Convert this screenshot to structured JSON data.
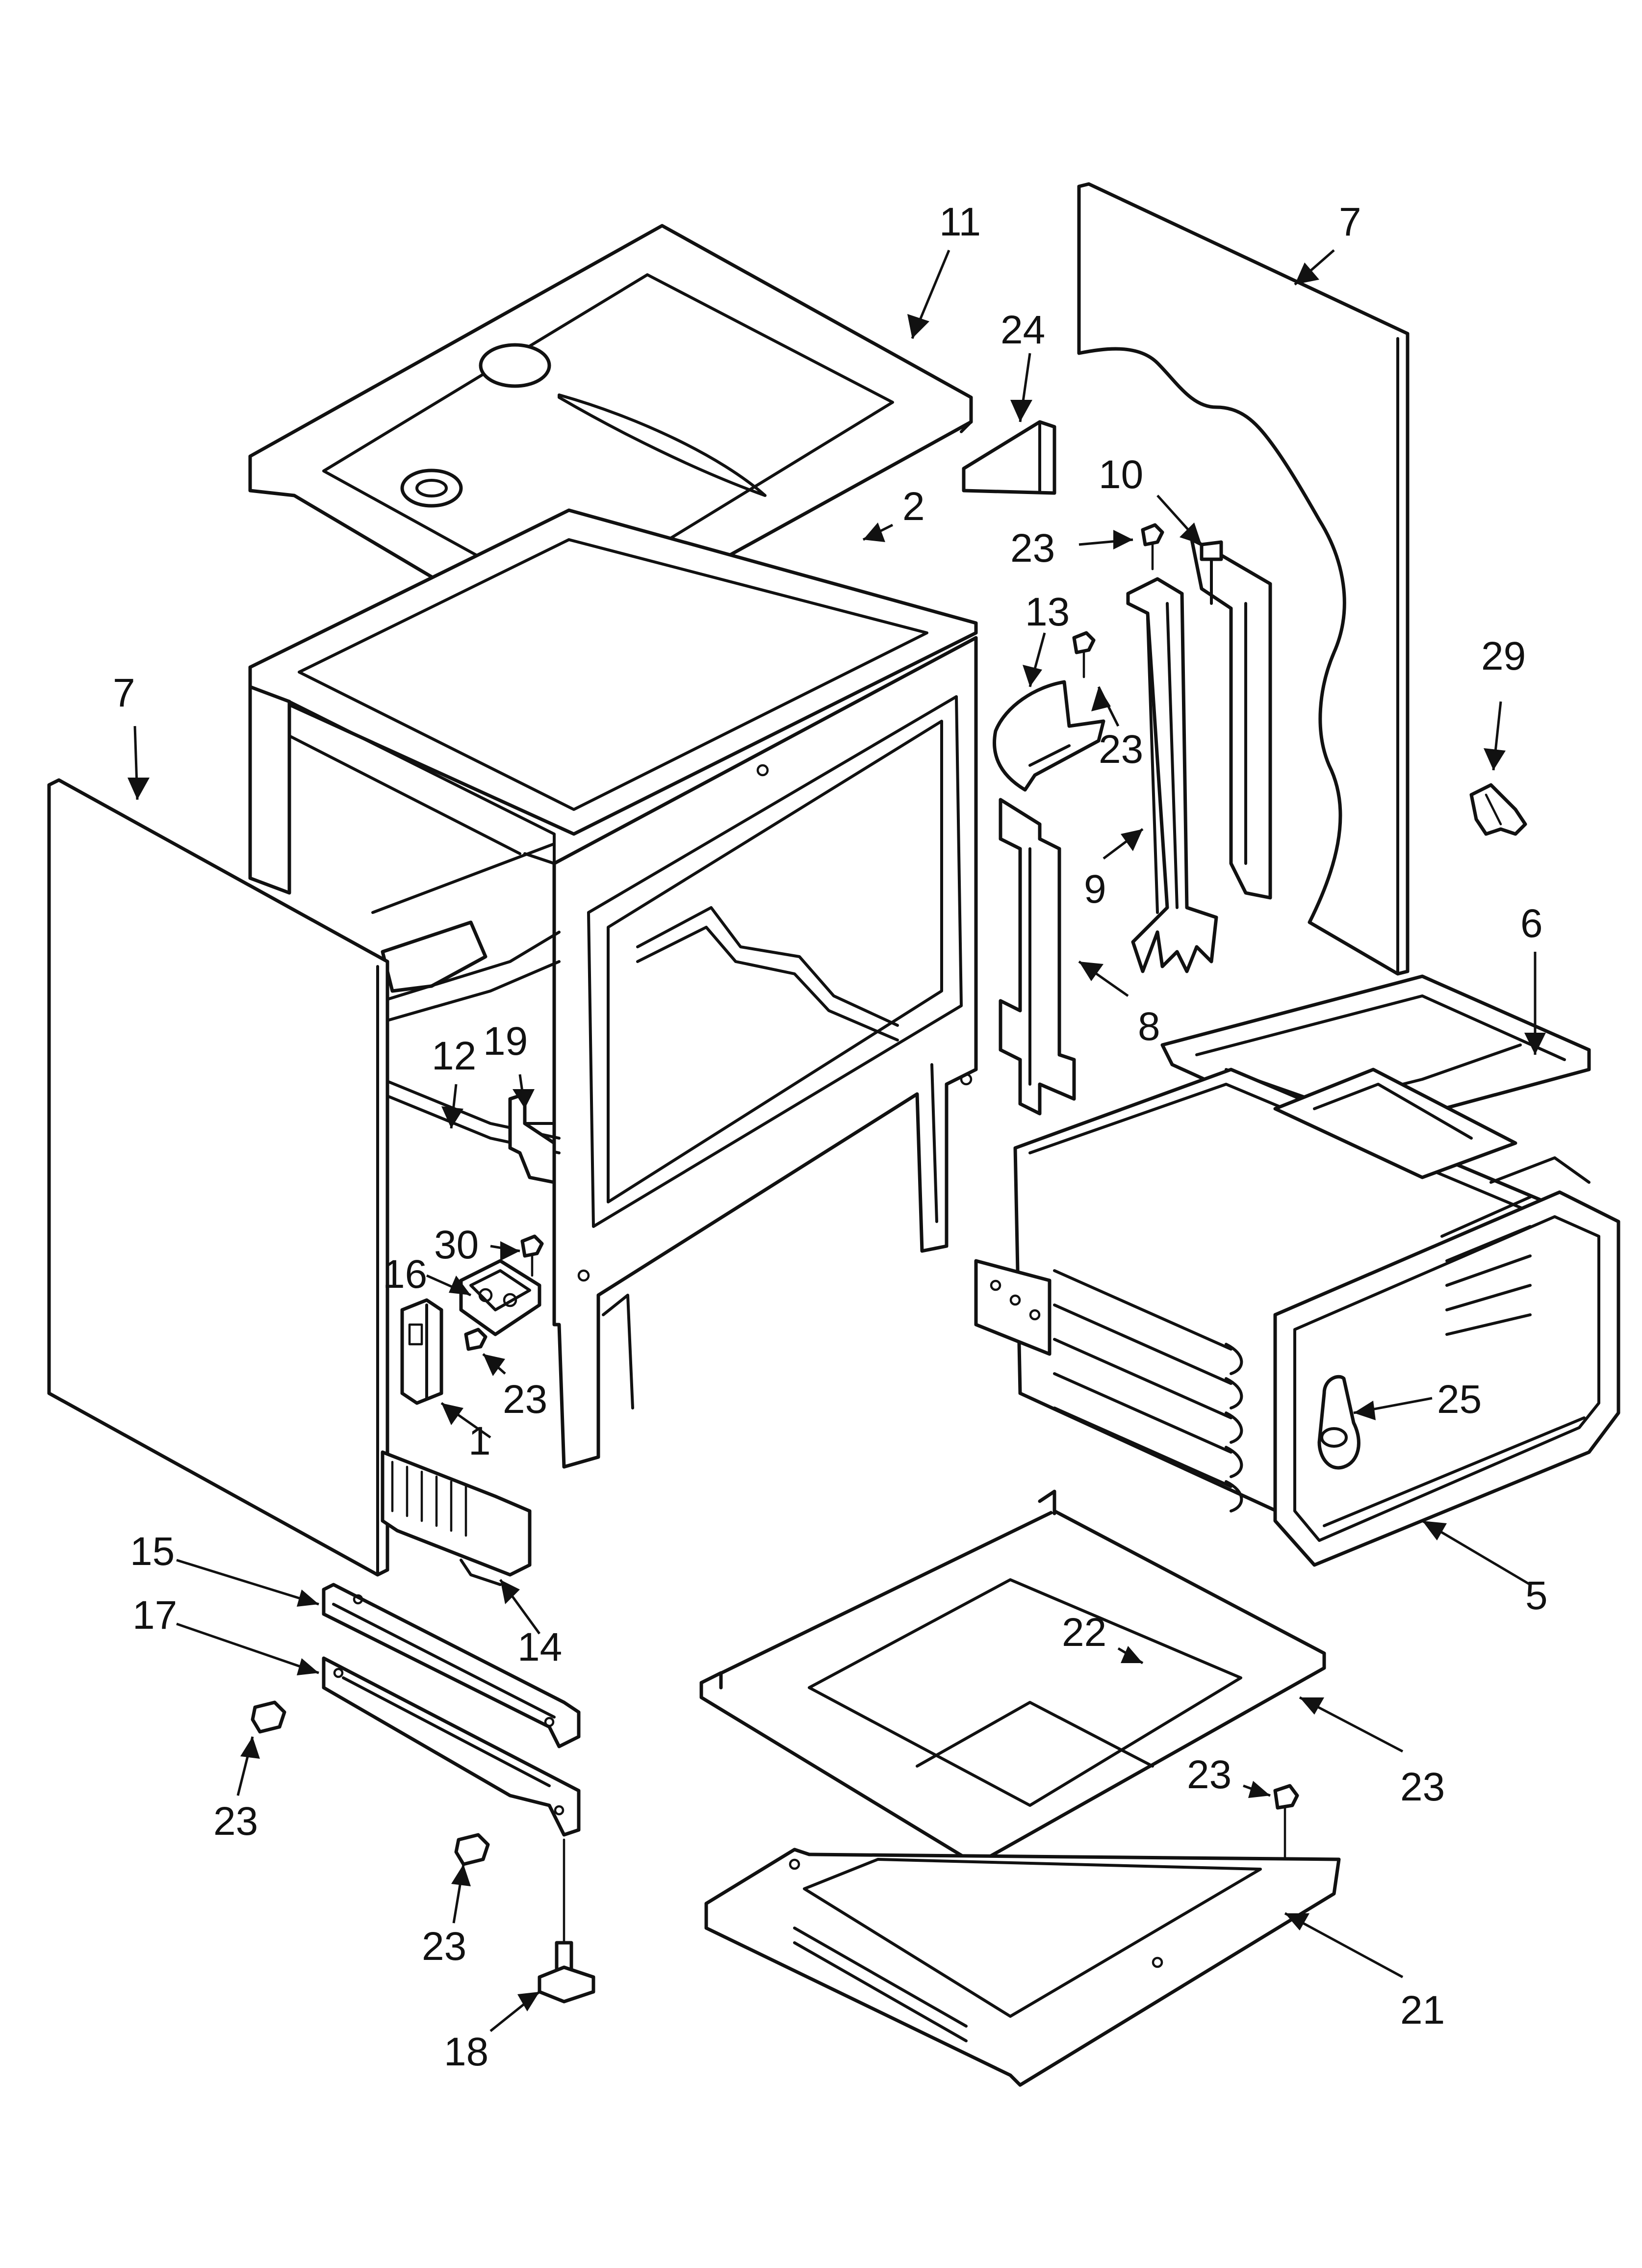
{
  "callouts": [
    {
      "id": "c11",
      "label": "11"
    },
    {
      "id": "c7a",
      "label": "7"
    },
    {
      "id": "c24",
      "label": "24"
    },
    {
      "id": "c2",
      "label": "2"
    },
    {
      "id": "c10",
      "label": "10"
    },
    {
      "id": "c23a",
      "label": "23"
    },
    {
      "id": "c13",
      "label": "13"
    },
    {
      "id": "c23b",
      "label": "23"
    },
    {
      "id": "c29",
      "label": "29"
    },
    {
      "id": "c7b",
      "label": "7"
    },
    {
      "id": "c9",
      "label": "9"
    },
    {
      "id": "c8",
      "label": "8"
    },
    {
      "id": "c6",
      "label": "6"
    },
    {
      "id": "c12",
      "label": "12"
    },
    {
      "id": "c19",
      "label": "19"
    },
    {
      "id": "c30",
      "label": "30"
    },
    {
      "id": "c16",
      "label": "16"
    },
    {
      "id": "c23c",
      "label": "23"
    },
    {
      "id": "c1",
      "label": "1"
    },
    {
      "id": "c25",
      "label": "25"
    },
    {
      "id": "c15",
      "label": "15"
    },
    {
      "id": "c14",
      "label": "14"
    },
    {
      "id": "c17",
      "label": "17"
    },
    {
      "id": "c5",
      "label": "5"
    },
    {
      "id": "c23d",
      "label": "23"
    },
    {
      "id": "c23e",
      "label": "23"
    },
    {
      "id": "c22",
      "label": "22"
    },
    {
      "id": "c23f",
      "label": "23"
    },
    {
      "id": "c23g",
      "label": "23"
    },
    {
      "id": "c21",
      "label": "21"
    },
    {
      "id": "c18",
      "label": "18"
    }
  ]
}
